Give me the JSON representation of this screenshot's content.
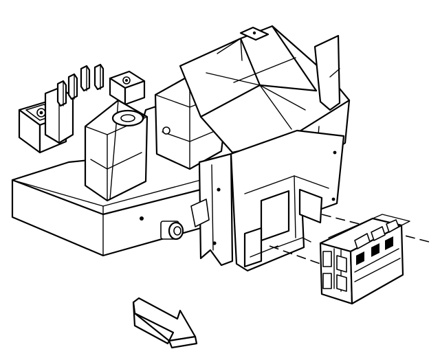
{
  "diagram": {
    "parts": [
      {
        "id": "bracket",
        "icon": "instrument-panel-bracket"
      },
      {
        "id": "module",
        "icon": "electronic-control-module"
      },
      {
        "id": "direction-arrow",
        "icon": "forward-arrow-icon"
      }
    ]
  }
}
